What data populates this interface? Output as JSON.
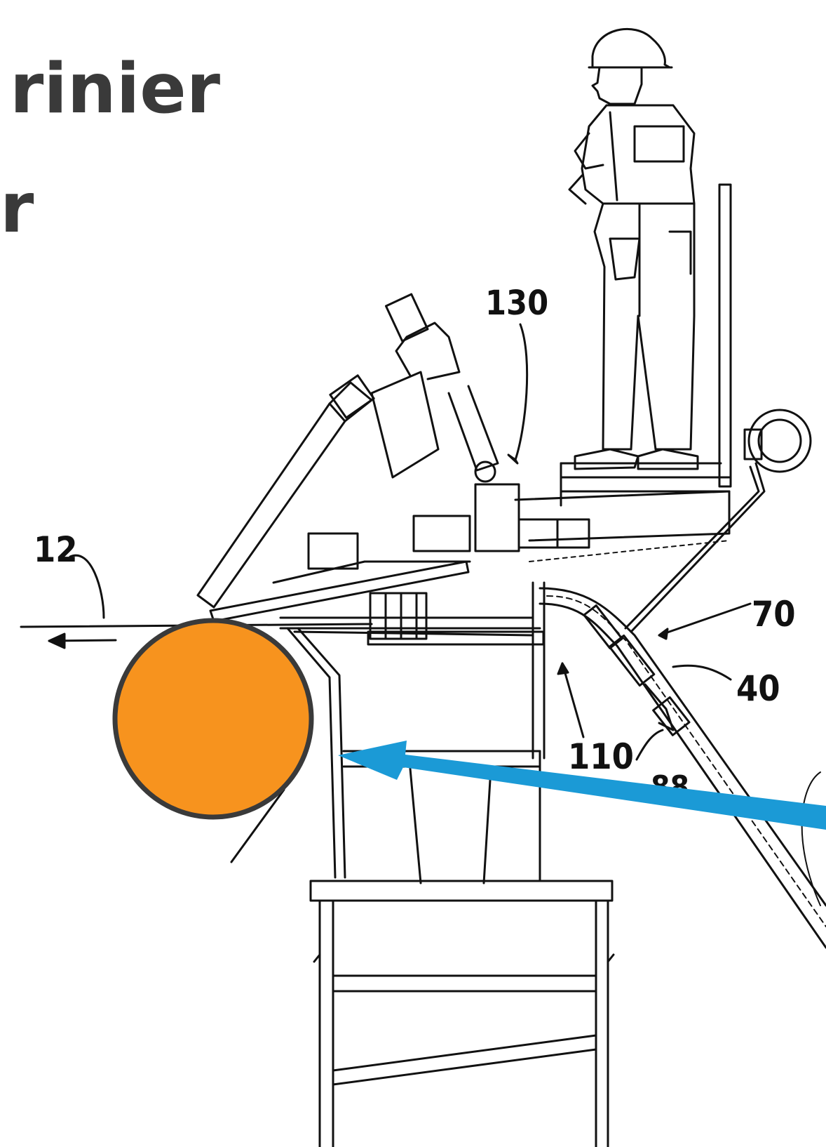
{
  "title": {
    "line1": "rinier",
    "line2": "r"
  },
  "labels": {
    "l12": "12",
    "l130": "130",
    "l70": "70",
    "l40": "40",
    "l110": "110",
    "l88": "88"
  },
  "colors": {
    "highlight_circle": "#F7931E",
    "arrow": "#1B9AD6",
    "ink": "#111111",
    "title": "#3a3a3a"
  },
  "icons": {
    "worker": "worker-figure",
    "roll": "breast-roll-highlight",
    "arrow": "pointer-arrow"
  }
}
